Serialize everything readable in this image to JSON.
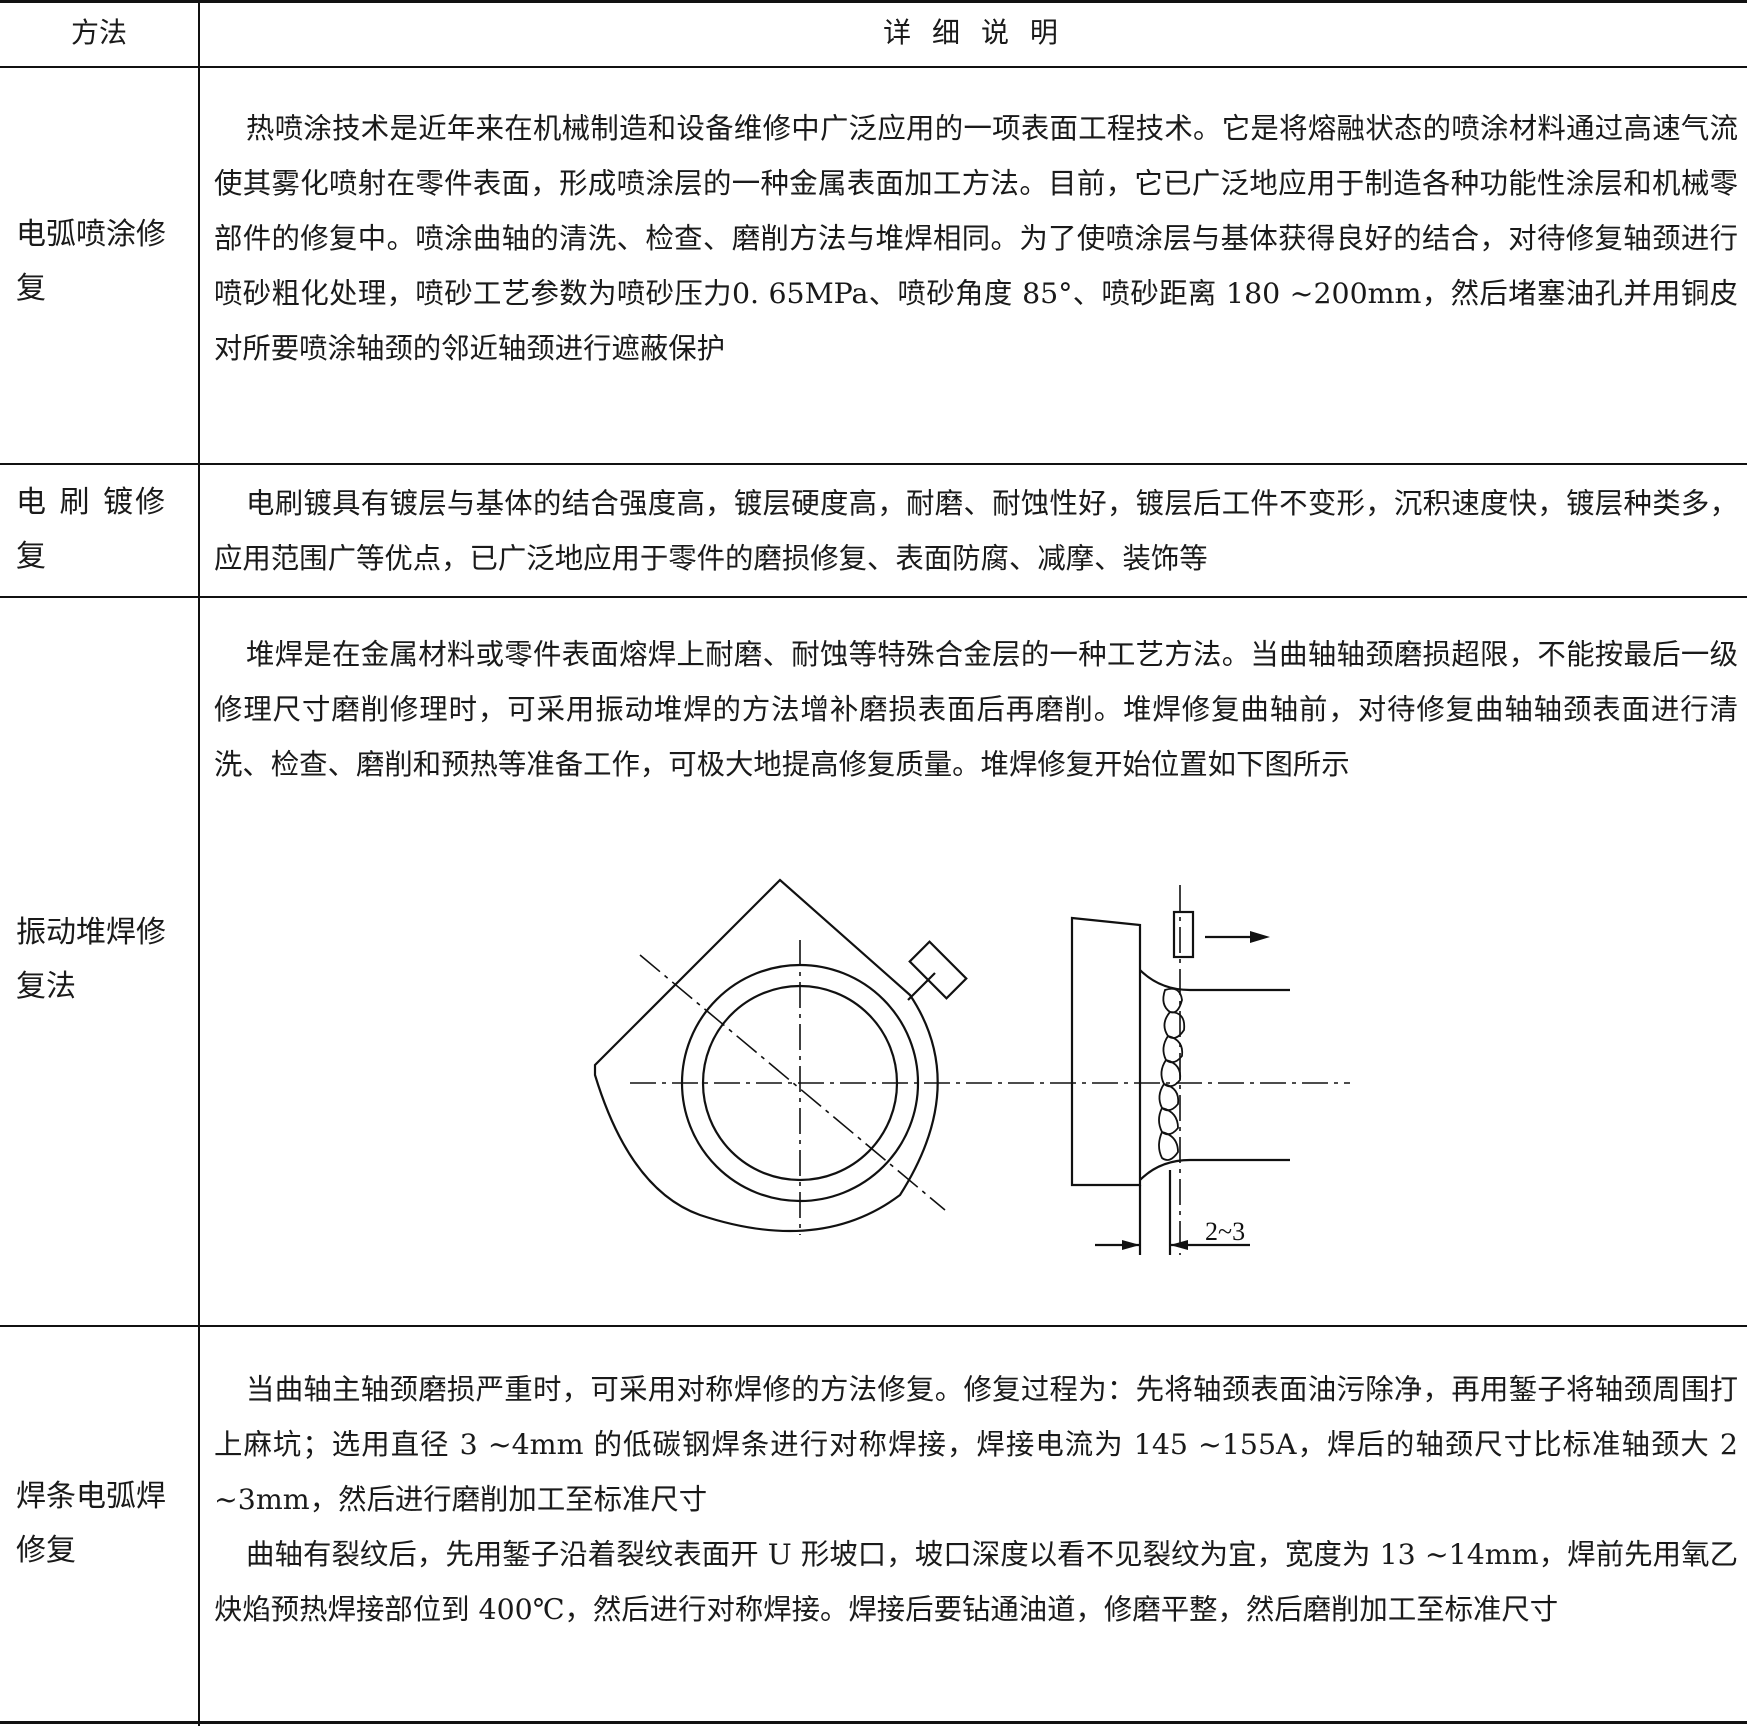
{
  "table": {
    "header": {
      "method": "方法",
      "detail": "详 细 说 明"
    },
    "rows": [
      {
        "method": "电弧喷涂修复",
        "detail": "热喷涂技术是近年来在机械制造和设备维修中广泛应用的一项表面工程技术。它是将熔融状态的喷涂材料通过高速气流使其雾化喷射在零件表面，形成喷涂层的一种金属表面加工方法。目前，它已广泛地应用于制造各种功能性涂层和机械零部件的修复中。喷涂曲轴的清洗、检查、磨削方法与堆焊相同。为了使喷涂层与基体获得良好的结合，对待修复轴颈进行喷砂粗化处理，喷砂工艺参数为喷砂压力0. 65MPa、喷砂角度 85°、喷砂距离 180 ~200mm，然后堵塞油孔并用铜皮对所要喷涂轴颈的邻近轴颈进行遮蔽保护"
      },
      {
        "method": "电 刷 镀修复",
        "detail": "电刷镀具有镀层与基体的结合强度高，镀层硬度高，耐磨、耐蚀性好，镀层后工件不变形，沉积速度快，镀层种类多，应用范围广等优点，已广泛地应用于零件的磨损修复、表面防腐、减摩、装饰等"
      },
      {
        "method": "振动堆焊修复法",
        "detail": "堆焊是在金属材料或零件表面熔焊上耐磨、耐蚀等特殊合金层的一种工艺方法。当曲轴轴颈磨损超限，不能按最后一级修理尺寸磨削修理时，可采用振动堆焊的方法增补磨损表面后再磨削。堆焊修复曲轴前，对待修复曲轴轴颈表面进行清洗、检查、磨削和预热等准备工作，可极大地提高修复质量。堆焊修复开始位置如下图所示",
        "figure_label": "2~3"
      },
      {
        "method": "焊条电弧焊修复",
        "detail_p1": "当曲轴主轴颈磨损严重时，可采用对称焊修的方法修复。修复过程为：先将轴颈表面油污除净，再用錾子将轴颈周围打上麻坑；选用直径 3 ~4mm 的低碳钢焊条进行对称焊接，焊接电流为 145 ~155A，焊后的轴颈尺寸比标准轴颈大 2 ~3mm，然后进行磨削加工至标准尺寸",
        "detail_p2": "曲轴有裂纹后，先用錾子沿着裂纹表面开 U 形坡口，坡口深度以看不见裂纹为宜，宽度为 13 ~14mm，焊前先用氧乙炔焰预热焊接部位到 400℃，然后进行对称焊接。焊接后要钻通油道，修磨平整，然后磨削加工至标准尺寸"
      }
    ]
  }
}
